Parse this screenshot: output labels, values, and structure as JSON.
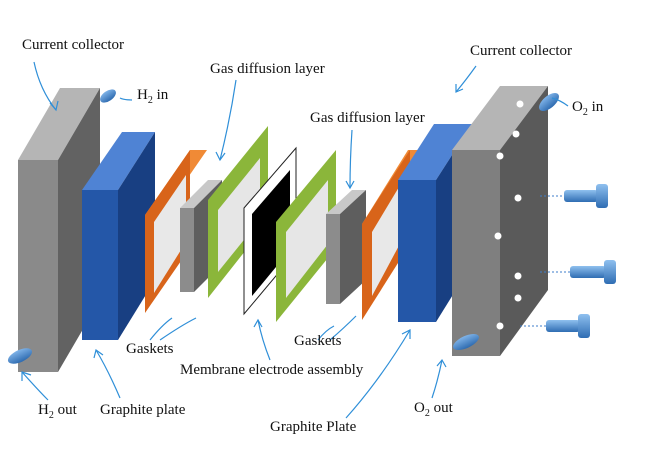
{
  "labels": {
    "current_collector_left": "Current collector",
    "current_collector_right": "Current collector",
    "h2_in": {
      "pre": "H",
      "sub": "2",
      "post": " in"
    },
    "h2_out": {
      "pre": "H",
      "sub": "2",
      "post": " out"
    },
    "o2_in": {
      "pre": "O",
      "sub": "2",
      "post": " in"
    },
    "o2_out": {
      "pre": "O",
      "sub": "2",
      "post": " out"
    },
    "gas_diffusion_layer_left": "Gas diffusion layer",
    "gas_diffusion_layer_right": "Gas diffusion layer",
    "gaskets_left": "Gaskets",
    "gaskets_right": "Gaskets",
    "membrane_electrode_assembly": "Membrane electrode assembly",
    "graphite_plate_left": "Graphite plate",
    "graphite_plate_right": "Graphite Plate"
  },
  "colors": {
    "current_collector": "#7f7f7f",
    "graphite_plate": "#2457a8",
    "gasket": "#d8641a",
    "gas_diffusion_layer": "#8bb63a",
    "membrane": "#000000",
    "arrow": "#2f8fd8",
    "port": "#4a88c8"
  }
}
